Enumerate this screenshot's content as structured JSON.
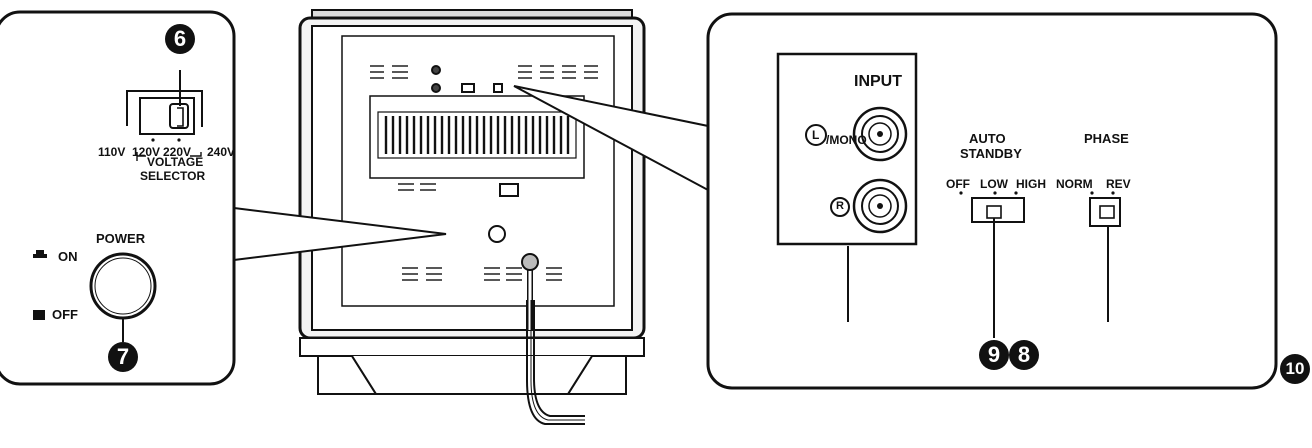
{
  "callouts": {
    "c6": "6",
    "c7": "7",
    "c8": "8",
    "c9": "9",
    "c10": "10"
  },
  "left_panel": {
    "voltage": {
      "v110": "110V",
      "v120": "120V",
      "v220": "220V",
      "v240": "240V",
      "label_voltage": "VOLTAGE",
      "label_selector": "SELECTOR"
    },
    "power": {
      "title": "POWER",
      "on": "ON",
      "off": "OFF"
    }
  },
  "right_panel": {
    "input": {
      "title": "INPUT",
      "left_letter": "L",
      "left_suffix": "/MONO",
      "right_letter": "R"
    },
    "auto_standby": {
      "title_line1": "AUTO",
      "title_line2": "STANDBY",
      "off": "OFF",
      "low": "LOW",
      "high": "HIGH"
    },
    "phase": {
      "title": "PHASE",
      "norm": "NORM",
      "rev": "REV"
    }
  },
  "colors": {
    "ink": "#111111",
    "paper": "#ffffff",
    "shade": "#444444"
  }
}
